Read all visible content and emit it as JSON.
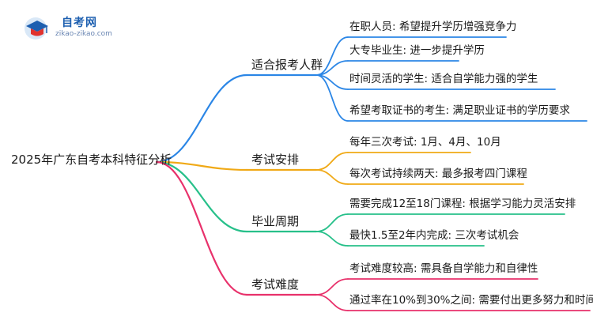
{
  "logo": {
    "title": "自考网",
    "url": "zikao-zikao.com",
    "icon": "graduation-cap-icon"
  },
  "root": {
    "label": "2025年广东自考本科特征分析"
  },
  "branches": [
    {
      "label": "适合报考人群",
      "color": "#2b86e6",
      "children": [
        "在职人员: 希望提升学历增强竞争力",
        "大专毕业生: 进一步提升学历",
        "时间灵活的学生: 适合自学能力强的学生",
        "希望考取证书的考生: 满足职业证书的学历要求"
      ]
    },
    {
      "label": "考试安排",
      "color": "#f0a916",
      "children": [
        "每年三次考试: 1月、4月、10月",
        "每次考试持续两天: 最多报考四门课程"
      ]
    },
    {
      "label": "毕业周期",
      "color": "#27c08a",
      "children": [
        "需要完成12至18门课程: 根据学习能力灵活安排",
        "最快1.5至2年内完成: 三次考试机会"
      ]
    },
    {
      "label": "考试难度",
      "color": "#e8316b",
      "children": [
        "考试难度较高: 需具备自学能力和自律性",
        "通过率在10%到30%之间: 需要付出更多努力和时间"
      ]
    }
  ]
}
